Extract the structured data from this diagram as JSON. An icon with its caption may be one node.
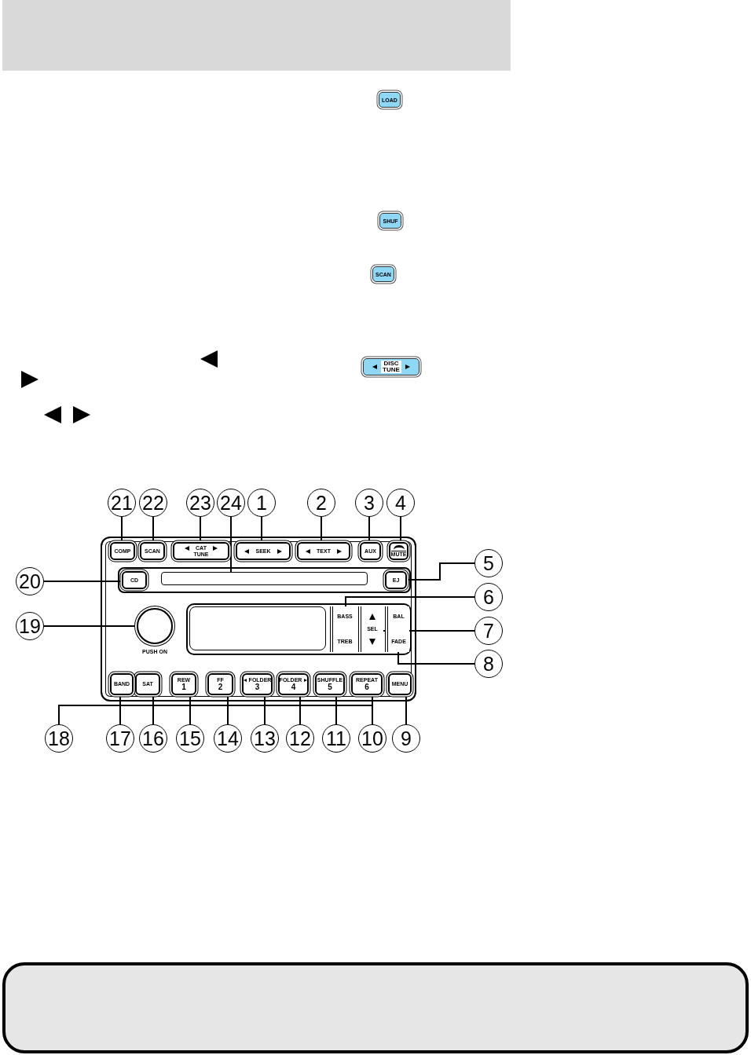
{
  "diagram": {
    "nodes": [
      {
        "text": [
          "1"
        ]
      },
      {
        "text": [
          "2"
        ]
      },
      {
        "text": [
          "3"
        ]
      },
      {
        "text": [
          "4"
        ]
      },
      {
        "text": [
          "5"
        ]
      },
      {
        "text": [
          "6"
        ]
      },
      {
        "text": [
          "7"
        ]
      },
      {
        "text": [
          "8"
        ]
      },
      {
        "text": [
          "9"
        ]
      },
      {
        "text": [
          "10"
        ]
      },
      {
        "text": [
          "11"
        ]
      },
      {
        "text": [
          "12"
        ]
      },
      {
        "text": [
          "13"
        ]
      },
      {
        "text": [
          "14"
        ]
      },
      {
        "text": [
          "15"
        ]
      },
      {
        "text": [
          "16"
        ]
      },
      {
        "text": [
          "17"
        ]
      },
      {
        "text": [
          "18"
        ]
      },
      {
        "text": [
          "19"
        ]
      },
      {
        "text": [
          "20"
        ]
      },
      {
        "text": [
          "21"
        ]
      },
      {
        "text": [
          "22"
        ]
      },
      {
        "text": [
          "23"
        ]
      },
      {
        "text": [
          "24"
        ]
      },
      {
        "text": [
          "SEEK"
        ]
      },
      {
        "text": [
          "TEXT"
        ]
      },
      {
        "text": [
          "AUX"
        ]
      },
      {
        "text": [
          "MUTE"
        ]
      },
      {
        "text": [
          "EJ"
        ]
      },
      {
        "text": [
          "BASS",
          "TREB"
        ]
      },
      {
        "text": [
          "SEL"
        ]
      },
      {
        "text": [
          "BAL",
          "FADE"
        ]
      },
      {
        "text": [
          "MENU"
        ]
      },
      {
        "text": [
          "REPEAT",
          "6"
        ]
      },
      {
        "text": [
          "SHUFFLE",
          "5"
        ]
      },
      {
        "text": [
          "FOLDER",
          "4"
        ]
      },
      {
        "text": [
          "FOLDER",
          "3"
        ]
      },
      {
        "text": [
          "FF",
          "2"
        ]
      },
      {
        "text": [
          "REW",
          "1"
        ]
      },
      {
        "text": [
          "SAT"
        ]
      },
      {
        "text": [
          "BAND"
        ]
      },
      {
        "text": [],
        "shape": "circle",
        "beside": [
          "PUSH ON"
        ]
      },
      {
        "text": [
          "CD"
        ]
      },
      {
        "text": [
          "COMP"
        ]
      },
      {
        "text": [
          "SCAN"
        ]
      },
      {
        "text": [
          "CAT",
          "TUNE"
        ]
      },
      {
        "text": [],
        "shape": "bar"
      }
    ],
    "edges": [
      {
        "from": 0,
        "to": 24,
        "arrow": "none"
      },
      {
        "from": 1,
        "to": 25,
        "arrow": "none"
      },
      {
        "from": 2,
        "to": 26,
        "arrow": "none"
      },
      {
        "from": 3,
        "to": 27,
        "arrow": "none"
      },
      {
        "from": 4,
        "to": 28,
        "arrow": "none"
      },
      {
        "from": 5,
        "to": 29,
        "arrow": "none"
      },
      {
        "from": 6,
        "to": 30,
        "arrow": "none"
      },
      {
        "from": 7,
        "to": 31,
        "arrow": "none"
      },
      {
        "from": 8,
        "to": 32,
        "arrow": "none"
      },
      {
        "from": 9,
        "to": 33,
        "arrow": "none"
      },
      {
        "from": 10,
        "to": 34,
        "arrow": "none"
      },
      {
        "from": 11,
        "to": 35,
        "arrow": "none"
      },
      {
        "from": 12,
        "to": 36,
        "arrow": "none"
      },
      {
        "from": 13,
        "to": 37,
        "arrow": "none"
      },
      {
        "from": 14,
        "to": 38,
        "arrow": "none"
      },
      {
        "from": 15,
        "to": 39,
        "arrow": "none"
      },
      {
        "from": 16,
        "to": 40,
        "arrow": "none"
      },
      {
        "from": 17,
        "to": 38,
        "arrow": "none"
      },
      {
        "from": 17,
        "to": 37,
        "arrow": "none"
      },
      {
        "from": 17,
        "to": 36,
        "arrow": "none"
      },
      {
        "from": 17,
        "to": 35,
        "arrow": "none"
      },
      {
        "from": 17,
        "to": 34,
        "arrow": "none"
      },
      {
        "from": 17,
        "to": 33,
        "arrow": "none"
      },
      {
        "from": 18,
        "to": 41,
        "arrow": "none"
      },
      {
        "from": 19,
        "to": 42,
        "arrow": "none"
      },
      {
        "from": 20,
        "to": 43,
        "arrow": "none"
      },
      {
        "from": 21,
        "to": 44,
        "arrow": "none"
      },
      {
        "from": 22,
        "to": 45,
        "arrow": "none"
      },
      {
        "from": 23,
        "to": 46,
        "arrow": "none"
      }
    ],
    "labels": [
      "LOAD",
      "SHUF",
      "SCAN",
      "DISC TUNE"
    ]
  }
}
